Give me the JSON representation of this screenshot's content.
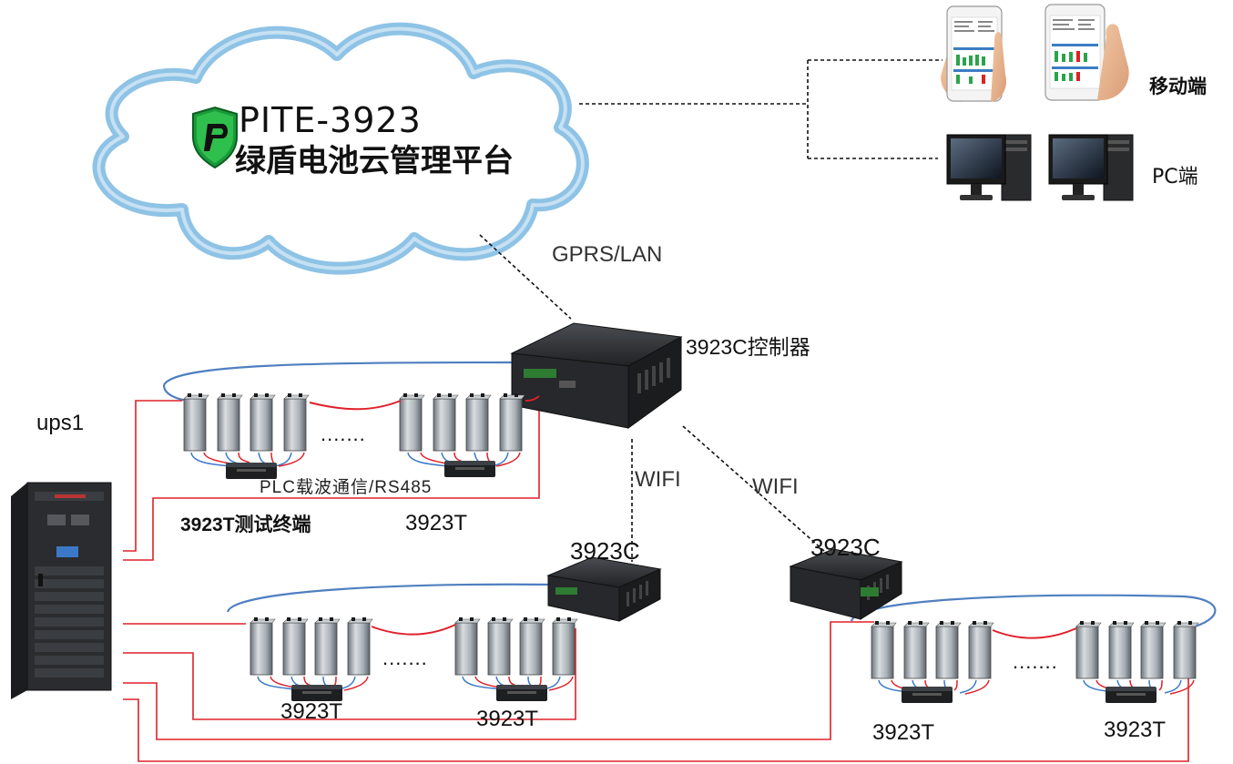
{
  "cloud": {
    "title": "PITE-3923",
    "subtitle": "绿盾电池云管理平台"
  },
  "clients": {
    "mobile_label": "移动端",
    "pc_label": "PC端"
  },
  "links": {
    "gprs_lan": "GPRS/LAN",
    "wifi_left": "WIFI",
    "wifi_right": "WIFI",
    "plc": "PLC载波通信/RS485"
  },
  "devices": {
    "controller_main": "3923C控制器",
    "controller_left": "3923C",
    "controller_right": "3923C",
    "ups": "ups1",
    "terminal_desc": "3923T测试终端",
    "terminal_top": "3923T",
    "terminal_mid_left": "3923T",
    "terminal_mid_right": "3923T",
    "terminal_bot_left": "3923T",
    "terminal_bot_right": "3923T"
  },
  "ellipsis": ".......",
  "colors": {
    "cloud_stroke": "#8ec3e6",
    "ring_blue": "#4f7fc0",
    "power_red": "#e0202a",
    "device_dark": "#2b2d30",
    "shield_green": "#1a9a3a"
  }
}
